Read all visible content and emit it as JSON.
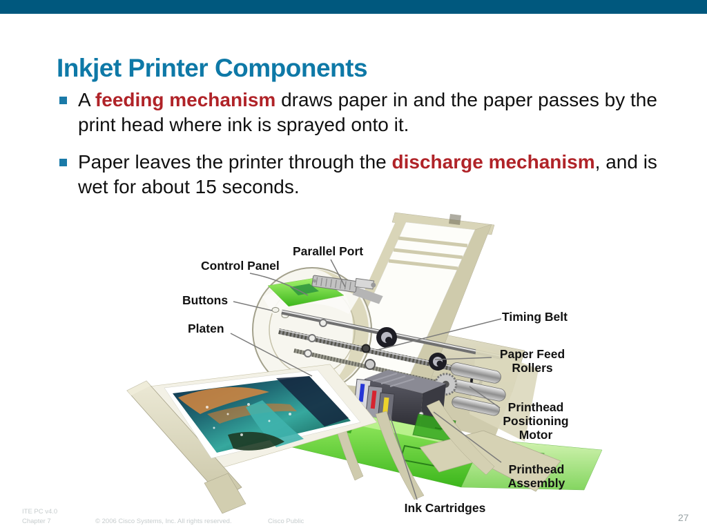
{
  "slide": {
    "title": "Inkjet Printer Components",
    "page_number": "27"
  },
  "bullets": [
    {
      "segments": [
        {
          "text": "A ",
          "emphasis": false
        },
        {
          "text": "feeding mechanism",
          "emphasis": true
        },
        {
          "text": " draws paper in and the paper passes by the print head where ink is sprayed onto it.",
          "emphasis": false
        }
      ]
    },
    {
      "segments": [
        {
          "text": "Paper leaves the printer through the ",
          "emphasis": false
        },
        {
          "text": "discharge mechanism",
          "emphasis": true
        },
        {
          "text": ", and is wet for about 15 seconds.",
          "emphasis": false
        }
      ]
    }
  ],
  "diagram": {
    "labels": {
      "parallel_port": "Parallel Port",
      "control_panel": "Control Panel",
      "buttons": "Buttons",
      "platen": "Platen",
      "timing_belt": "Timing Belt",
      "paper_feed_rollers": "Paper Feed\nRollers",
      "printhead_positioning_motor": "Printhead\nPositioning\nMotor",
      "printhead_assembly": "Printhead\nAssembly",
      "ink_cartridges": "Ink Cartridges"
    }
  },
  "footer": {
    "course": "ITE PC v4.0",
    "chapter": "Chapter 7",
    "copyright": "© 2006 Cisco Systems, Inc. All rights reserved.",
    "classification": "Cisco Public"
  },
  "colors": {
    "top_bar": "#00587e",
    "title": "#0e79a7",
    "emphasis_text": "#b02328",
    "bullet_marker": "#1a7aa8",
    "label_text": "#121212",
    "footer_text": "#c6cccd"
  }
}
